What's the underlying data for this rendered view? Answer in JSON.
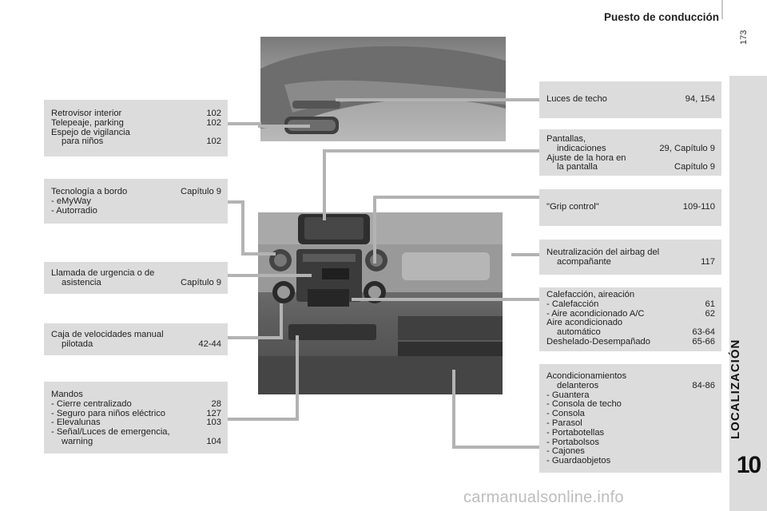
{
  "header": {
    "title": "Puesto de conducción",
    "page_number": "173"
  },
  "sidebar": {
    "section_label": "LOCALIZACIÓN",
    "chapter_number": "10"
  },
  "left_boxes": {
    "retrovisor": {
      "rows": [
        {
          "label": "Retrovisor interior",
          "ref": "102"
        },
        {
          "label": "Telepeaje, parking",
          "ref": "102"
        },
        {
          "label": "Espejo de vigilancia",
          "ref": ""
        },
        {
          "label": "para niños",
          "ref": "102"
        }
      ]
    },
    "tecnologia": {
      "rows": [
        {
          "label": "Tecnología a bordo",
          "ref": "Capítulo 9"
        },
        {
          "label": "-  eMyWay",
          "ref": ""
        },
        {
          "label": "-  Autorradio",
          "ref": ""
        }
      ]
    },
    "llamada": {
      "rows": [
        {
          "label": "Llamada de urgencia o de",
          "ref": ""
        },
        {
          "label": "asistencia",
          "ref": "Capítulo 9"
        }
      ]
    },
    "caja": {
      "rows": [
        {
          "label": "Caja de velocidades manual",
          "ref": ""
        },
        {
          "label": "pilotada",
          "ref": "42-44"
        }
      ]
    },
    "mandos": {
      "rows": [
        {
          "label": "Mandos",
          "ref": ""
        },
        {
          "label": "-  Cierre centralizado",
          "ref": "28"
        },
        {
          "label": "-  Seguro para niños eléctrico",
          "ref": "127"
        },
        {
          "label": "-  Elevalunas",
          "ref": "103"
        },
        {
          "label": "-  Señal/Luces de emergencia,",
          "ref": ""
        },
        {
          "label": "warning",
          "ref": "104"
        }
      ]
    }
  },
  "right_boxes": {
    "luces": {
      "rows": [
        {
          "label": "Luces de techo",
          "ref": "94, 154"
        }
      ]
    },
    "pantallas": {
      "rows": [
        {
          "label": "Pantallas,",
          "ref": ""
        },
        {
          "label": "indicaciones",
          "ref": "29, Capítulo 9"
        },
        {
          "label": "Ajuste de la hora en",
          "ref": ""
        },
        {
          "label": "la pantalla",
          "ref": "Capítulo 9"
        }
      ]
    },
    "grip": {
      "rows": [
        {
          "label": "\"Grip control\"",
          "ref": "109-110"
        }
      ]
    },
    "airbag": {
      "rows": [
        {
          "label": "Neutralización del airbag del",
          "ref": ""
        },
        {
          "label": "acompañante",
          "ref": "117"
        }
      ]
    },
    "calefaccion": {
      "rows": [
        {
          "label": "Calefacción, aireación",
          "ref": ""
        },
        {
          "label": "-  Calefacción",
          "ref": "61"
        },
        {
          "label": "-  Aire acondicionado A/C",
          "ref": "62"
        },
        {
          "label": "Aire acondicionado",
          "ref": ""
        },
        {
          "label": "automático",
          "ref": "63-64"
        },
        {
          "label": "Deshelado-Desempañado",
          "ref": "65-66"
        }
      ]
    },
    "acondicionamientos": {
      "rows": [
        {
          "label": "Acondicionamientos",
          "ref": ""
        },
        {
          "label": "delanteros",
          "ref": "84-86"
        },
        {
          "label": "-  Guantera",
          "ref": ""
        },
        {
          "label": "-  Consola de techo",
          "ref": ""
        },
        {
          "label": "-  Consola",
          "ref": ""
        },
        {
          "label": "-  Parasol",
          "ref": ""
        },
        {
          "label": "-  Portabotellas",
          "ref": ""
        },
        {
          "label": "-  Portabolsos",
          "ref": ""
        },
        {
          "label": "-  Cajones",
          "ref": ""
        },
        {
          "label": "-  Guardaobjetos",
          "ref": ""
        }
      ]
    }
  },
  "footer": {
    "watermark": "carmanualsonline.info"
  }
}
